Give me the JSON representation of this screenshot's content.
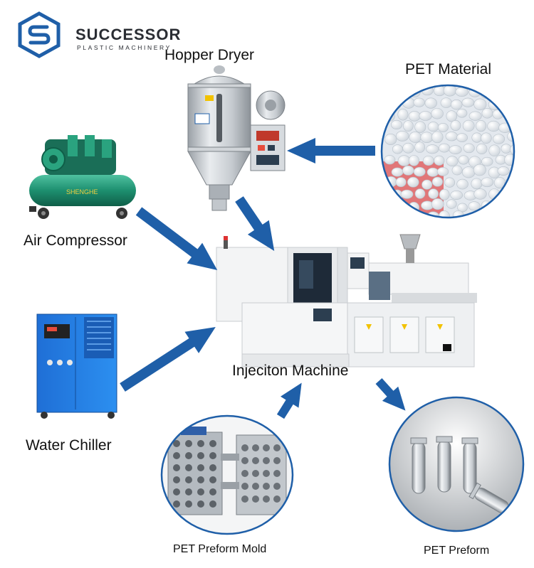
{
  "brand": {
    "name": "SUCCESSOR",
    "tagline": "PLASTIC MACHINERY",
    "color": "#1f5fa8"
  },
  "accent_arrow_color": "#1f5fa8",
  "nodes": {
    "hopper_dryer": {
      "label": "Hopper Dryer",
      "icon": "hopper-dryer-icon"
    },
    "pet_material": {
      "label": "PET Material",
      "icon": "pet-pellets-icon"
    },
    "air_compressor": {
      "label": "Air Compressor",
      "icon": "air-compressor-icon"
    },
    "water_chiller": {
      "label": "Water Chiller",
      "icon": "water-chiller-icon"
    },
    "injection_machine": {
      "label": "Injeciton Machine",
      "icon": "injection-machine-icon"
    },
    "preform_mold": {
      "label": "PET Preform Mold",
      "icon": "preform-mold-icon"
    },
    "preform": {
      "label": "PET Preform",
      "icon": "preform-icon"
    }
  }
}
